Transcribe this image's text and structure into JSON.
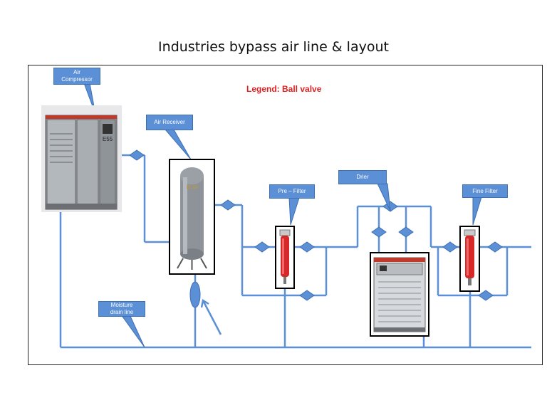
{
  "title": "Industries bypass air line & layout",
  "legend": "Legend: Ball valve",
  "callouts": {
    "air_compressor": "Air\nCompressor",
    "air_receiver": "Air Receiver",
    "pre_filter": "Pre – Filter",
    "drier": "Drier",
    "fine_filter": "Fine Filter",
    "moisture_drain": "Moisture\ndrain line"
  },
  "equipment_text": {
    "compressor_model": "E55",
    "receiver_brand": "ELGI"
  },
  "colors": {
    "pipe": "#5b8fd6",
    "callout": "#5b8fd6",
    "legend": "#e02020",
    "filter_red": "#d62828"
  }
}
